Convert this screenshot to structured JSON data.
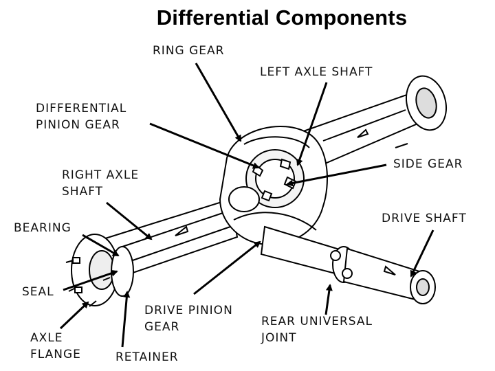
{
  "title": "Differential Components",
  "labels": {
    "ring_gear": "RING GEAR",
    "left_axle_shaft": "LEFT AXLE SHAFT",
    "differential_pinion_gear": "DIFFERENTIAL\nPINION GEAR",
    "side_gear": "SIDE GEAR",
    "right_axle_shaft": "RIGHT AXLE\nSHAFT",
    "drive_shaft": "DRIVE SHAFT",
    "bearing": "BEARING",
    "seal": "SEAL",
    "axle_flange": "AXLE\nFLANGE",
    "retainer": "RETAINER",
    "drive_pinion_gear": "DRIVE PINION\nGEAR",
    "rear_universal_joint": "REAR UNIVERSAL\nJOINT"
  }
}
